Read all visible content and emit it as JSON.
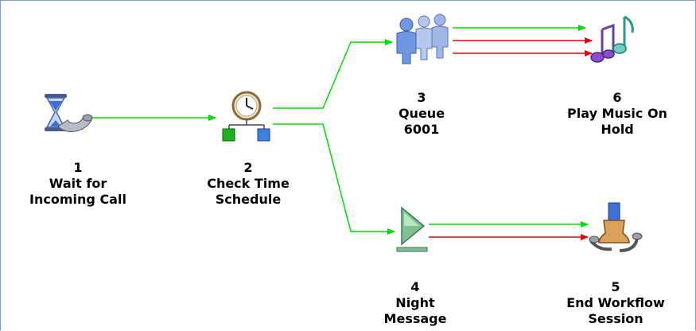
{
  "nodes": [
    {
      "id": "1",
      "number": "1",
      "label_lines": [
        "Wait for",
        "Incoming Call"
      ],
      "icon": "hourglass-phone-icon"
    },
    {
      "id": "2",
      "number": "2",
      "label_lines": [
        "Check Time",
        "Schedule"
      ],
      "icon": "clock-schedule-icon"
    },
    {
      "id": "3",
      "number": "3",
      "label_lines": [
        "Queue",
        "6001"
      ],
      "icon": "queue-people-icon"
    },
    {
      "id": "4",
      "number": "4",
      "label_lines": [
        "Night",
        "Message"
      ],
      "icon": "play-message-icon"
    },
    {
      "id": "5",
      "number": "5",
      "label_lines": [
        "End Workflow",
        "Session"
      ],
      "icon": "end-session-icon"
    },
    {
      "id": "6",
      "number": "6",
      "label_lines": [
        "Play Music On",
        "Hold"
      ],
      "icon": "music-notes-icon"
    }
  ],
  "connections": [
    {
      "from": "1",
      "to": "2",
      "color": "#00dd00"
    },
    {
      "from": "2",
      "to": "3",
      "color": "#00dd00"
    },
    {
      "from": "2",
      "to": "4",
      "color": "#00dd00"
    },
    {
      "from": "3",
      "to": "6",
      "color": "#00dd00"
    },
    {
      "from": "3",
      "to": "6",
      "color": "#ee0000"
    },
    {
      "from": "3",
      "to": "6",
      "color": "#ee0000"
    },
    {
      "from": "4",
      "to": "5",
      "color": "#00dd00"
    },
    {
      "from": "4",
      "to": "5",
      "color": "#ee0000"
    }
  ],
  "colors": {
    "success_wire": "#00dd00",
    "failure_wire": "#ee0000",
    "border": "#7a9cc8"
  }
}
